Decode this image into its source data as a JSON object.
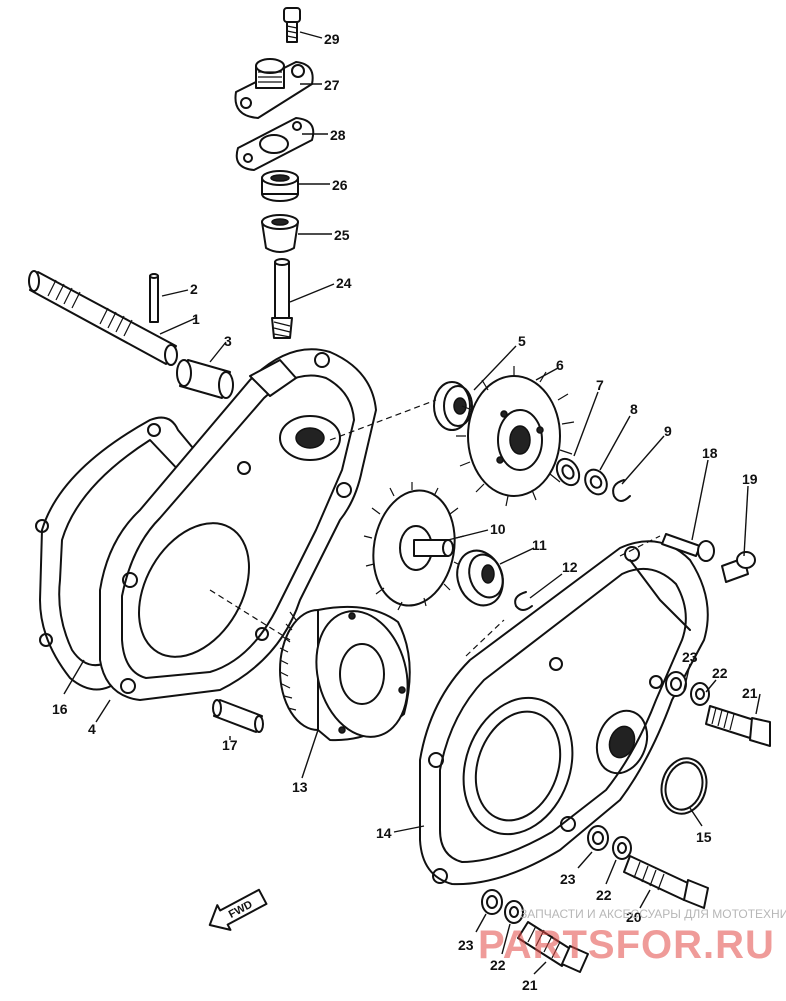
{
  "callouts": {
    "c1": "1",
    "c2": "2",
    "c3": "3",
    "c4": "4",
    "c5": "5",
    "c6": "6",
    "c7": "7",
    "c8": "8",
    "c9": "9",
    "c10": "10",
    "c11": "11",
    "c12": "12",
    "c13": "13",
    "c14": "14",
    "c15": "15",
    "c16": "16",
    "c17": "17",
    "c18": "18",
    "c19": "19",
    "c20": "20",
    "c21a": "21",
    "c21b": "21",
    "c22a": "22",
    "c22b": "22",
    "c22c": "22",
    "c23a": "23",
    "c23b": "23",
    "c23c": "23",
    "c24": "24",
    "c25": "25",
    "c26": "26",
    "c27": "27",
    "c28": "28",
    "c29": "29"
  },
  "fwd_label": "FWD",
  "watermark": {
    "tagline": "ЗАПЧАСТИ И АКСЕССУАРЫ ДЛЯ МОТОТЕХНИКИ",
    "brand": "PARTSFOR.RU"
  },
  "colors": {
    "line": "#111111",
    "watermark_red": "#e34b47",
    "watermark_gray": "#b7b7b7"
  }
}
